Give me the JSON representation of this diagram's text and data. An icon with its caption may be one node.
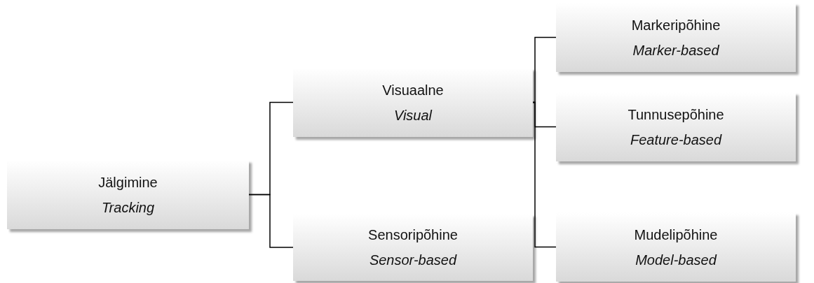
{
  "diagram": {
    "nodes": [
      {
        "text": [
          "Jälgimine",
          "Tracking"
        ]
      },
      {
        "text": [
          "Visuaalne",
          "Visual"
        ]
      },
      {
        "text": [
          "Sensoripõhine",
          "Sensor-based"
        ]
      },
      {
        "text": [
          "Markeripõhine",
          "Marker-based"
        ]
      },
      {
        "text": [
          "Tunnusepõhine",
          "Feature-based"
        ]
      },
      {
        "text": [
          "Mudelipõhine",
          "Model-based"
        ]
      }
    ],
    "edges": [
      {
        "from": 0,
        "to": 1,
        "arrow": "none"
      },
      {
        "from": 0,
        "to": 2,
        "arrow": "none"
      },
      {
        "from": 1,
        "to": 3,
        "arrow": "none"
      },
      {
        "from": 1,
        "to": 4,
        "arrow": "none"
      },
      {
        "from": 1,
        "to": 5,
        "arrow": "none"
      }
    ]
  }
}
